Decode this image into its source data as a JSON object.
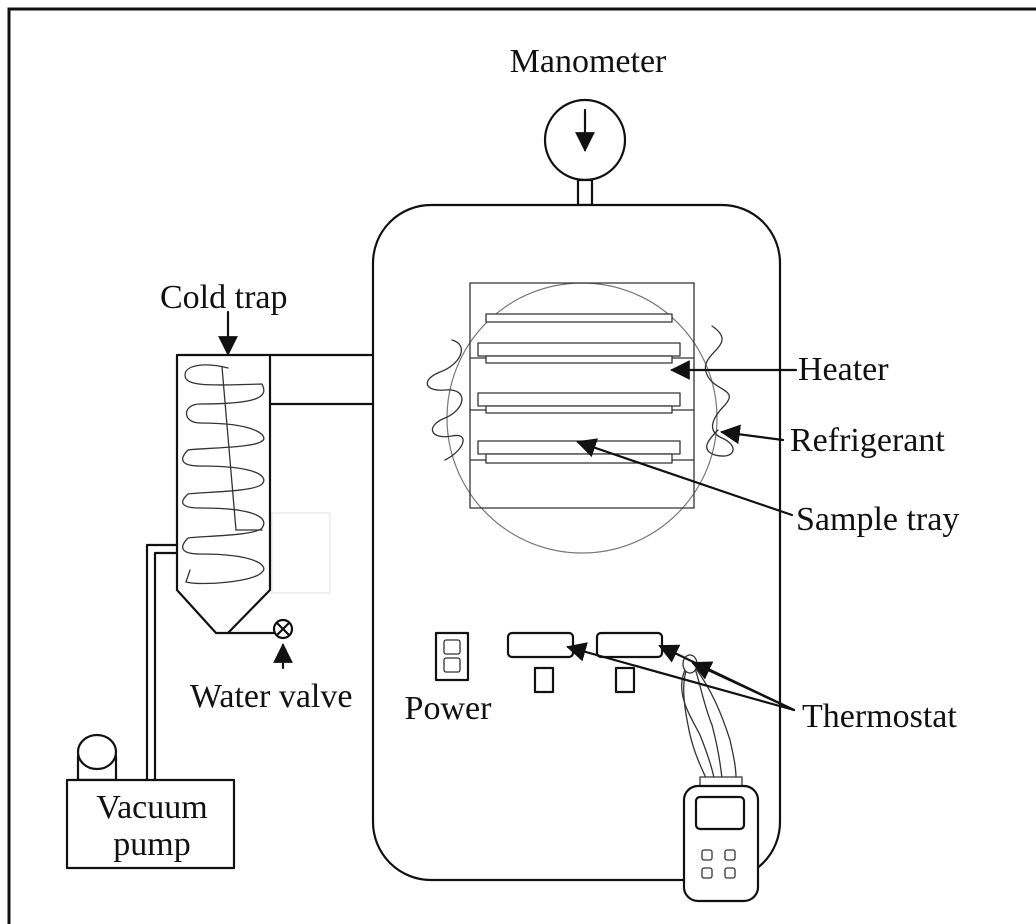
{
  "labels": {
    "manometer": "Manometer",
    "cold_trap": "Cold trap",
    "heater": "Heater",
    "refrigerant": "Refrigerant",
    "sample_tray": "Sample tray",
    "water_valve": "Water valve",
    "power": "Power",
    "thermostat": "Thermostat",
    "vacuum_pump_line1": "Vacuum",
    "vacuum_pump_line2": "pump"
  },
  "colors": {
    "line": "#111111",
    "background": "#ffffff"
  }
}
